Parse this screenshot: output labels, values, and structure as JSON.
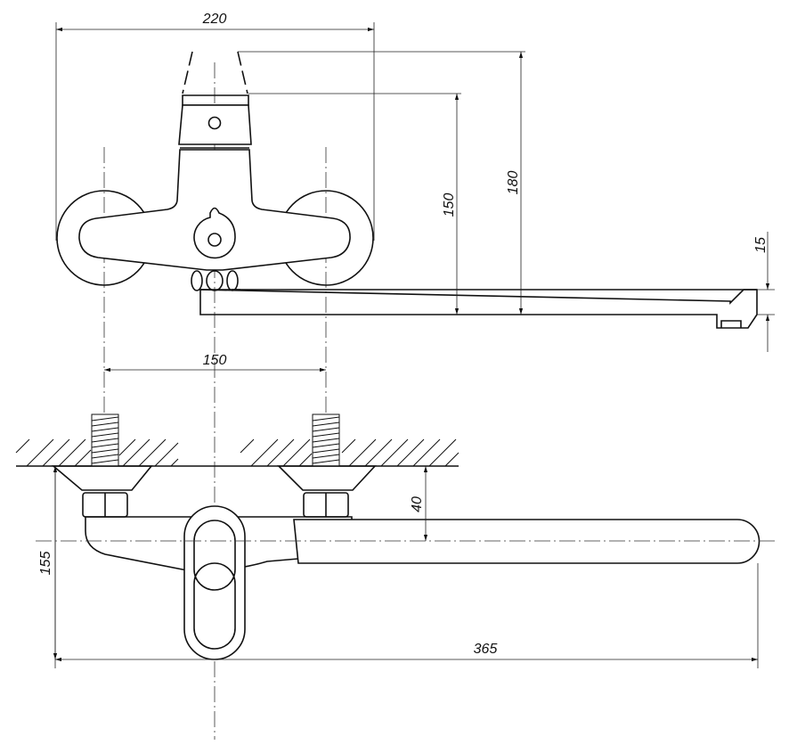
{
  "drawing": {
    "top_view": {
      "dim_width": "220",
      "dim_centers": "150",
      "dim_height_150": "150",
      "dim_height_180": "180",
      "dim_spout_thickness": "15"
    },
    "front_view": {
      "dim_wall_to_axis": "40",
      "dim_depth": "155",
      "dim_spout_reach": "365"
    },
    "line_color": "#111111"
  }
}
